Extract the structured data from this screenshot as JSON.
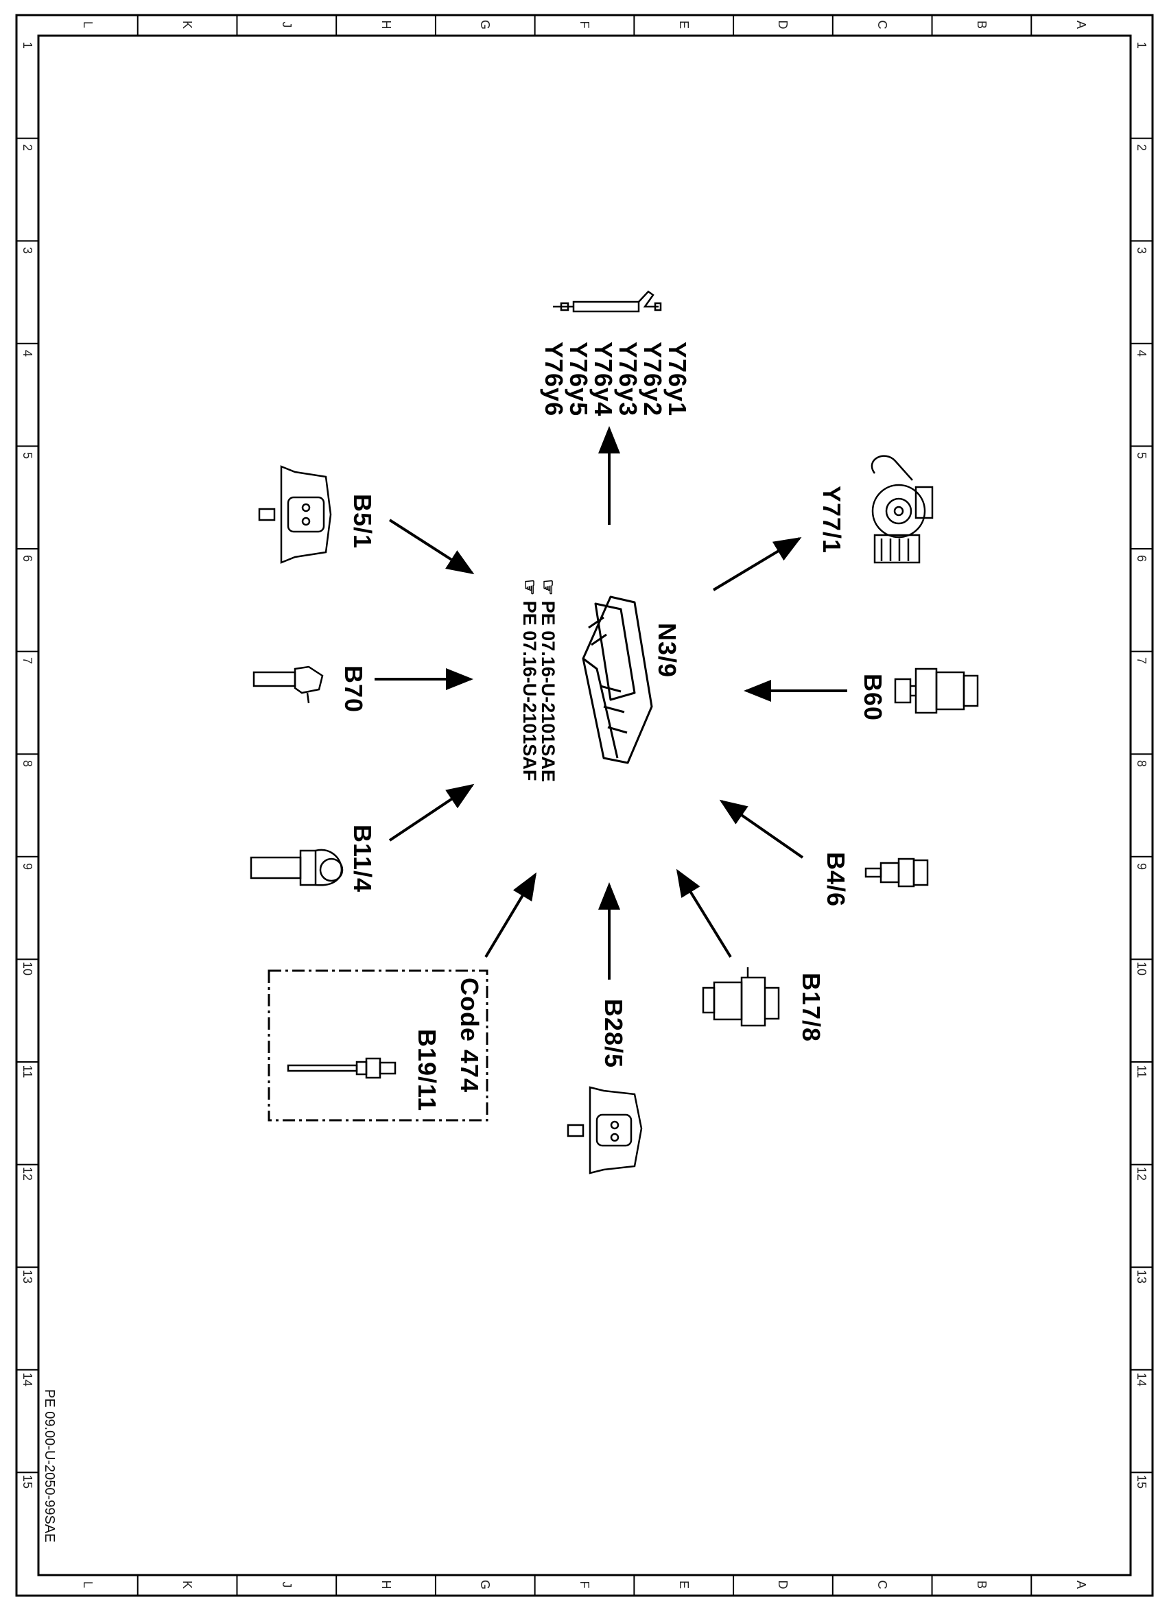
{
  "frame": {
    "cols": [
      "L",
      "K",
      "J",
      "H",
      "G",
      "F",
      "E",
      "D",
      "C",
      "B",
      "A"
    ],
    "rows": [
      "1",
      "2",
      "3",
      "4",
      "5",
      "6",
      "7",
      "8",
      "9",
      "10",
      "11",
      "12",
      "13",
      "14",
      "15"
    ]
  },
  "footer_code": "PE 09.00-U-2050-99SAE",
  "center": {
    "label": "N3/9",
    "ref1": "PE 07.16-U-2101SAE",
    "ref2": "PE 07.16-U-2101SAF",
    "ref_icon": "pointing-hand-icon"
  },
  "components": {
    "y76": [
      "Y76y1",
      "Y76y2",
      "Y76y3",
      "Y76y4",
      "Y76y5",
      "Y76y6"
    ],
    "y77": "Y77/1",
    "b60": "B60",
    "b4_6": "B4/6",
    "b17_8": "B17/8",
    "b28_5": "B28/5",
    "b19_11": "B19/11",
    "code": "Code 474",
    "b11_4": "B11/4",
    "b70": "B70",
    "b5_1": "B5/1"
  }
}
